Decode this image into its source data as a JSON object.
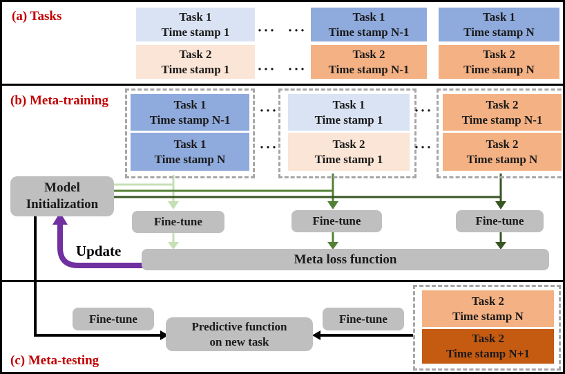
{
  "colors": {
    "section_label": "#c00000",
    "task1_light": "#dae3f3",
    "task1_dark": "#8faadc",
    "task2_light": "#fbe5d6",
    "task2_mid": "#f4b183",
    "task2_dark": "#c55a11",
    "node_gray": "#bfbfbf",
    "dashed_border": "#a6a6a6",
    "arrow_light_green": "#c5e0b4",
    "arrow_mid_green": "#538135",
    "arrow_dark_green": "#375623",
    "arrow_purple": "#7030a0",
    "arrow_black": "#000000"
  },
  "ellipsis": "···",
  "section_a": {
    "label": "(a) Tasks",
    "boxes": [
      {
        "line1": "Task 1",
        "line2": "Time stamp 1"
      },
      {
        "line1": "Task 1",
        "line2": "Time stamp N-1"
      },
      {
        "line1": "Task 1",
        "line2": "Time stamp N"
      },
      {
        "line1": "Task 2",
        "line2": "Time stamp 1"
      },
      {
        "line1": "Task 2",
        "line2": "Time stamp N-1"
      },
      {
        "line1": "Task 2",
        "line2": "Time stamp N"
      }
    ]
  },
  "section_b": {
    "label": "(b) Meta-training",
    "groups": [
      {
        "top": {
          "line1": "Task 1",
          "line2": "Time stamp N-1"
        },
        "bottom": {
          "line1": "Task 1",
          "line2": "Time stamp N"
        }
      },
      {
        "top": {
          "line1": "Task 1",
          "line2": "Time stamp 1"
        },
        "bottom": {
          "line1": "Task 2",
          "line2": "Time stamp 1"
        }
      },
      {
        "top": {
          "line1": "Task 2",
          "line2": "Time stamp N-1"
        },
        "bottom": {
          "line1": "Task 2",
          "line2": "Time stamp N"
        }
      }
    ],
    "model_init": {
      "line1": "Model",
      "line2": "Initialization"
    },
    "fine_tune_labels": [
      "Fine-tune",
      "Fine-tune",
      "Fine-tune"
    ],
    "meta_loss_label": "Meta loss function",
    "update_label": "Update"
  },
  "section_c": {
    "label": "(c) Meta-testing",
    "fine_tune_labels": [
      "Fine-tune",
      "Fine-tune"
    ],
    "predictive": {
      "line1": "Predictive function",
      "line2": "on new task"
    },
    "test_group": {
      "top": {
        "line1": "Task 2",
        "line2": "Time stamp N"
      },
      "bottom": {
        "line1": "Task 2",
        "line2": "Time stamp N+1"
      }
    }
  }
}
